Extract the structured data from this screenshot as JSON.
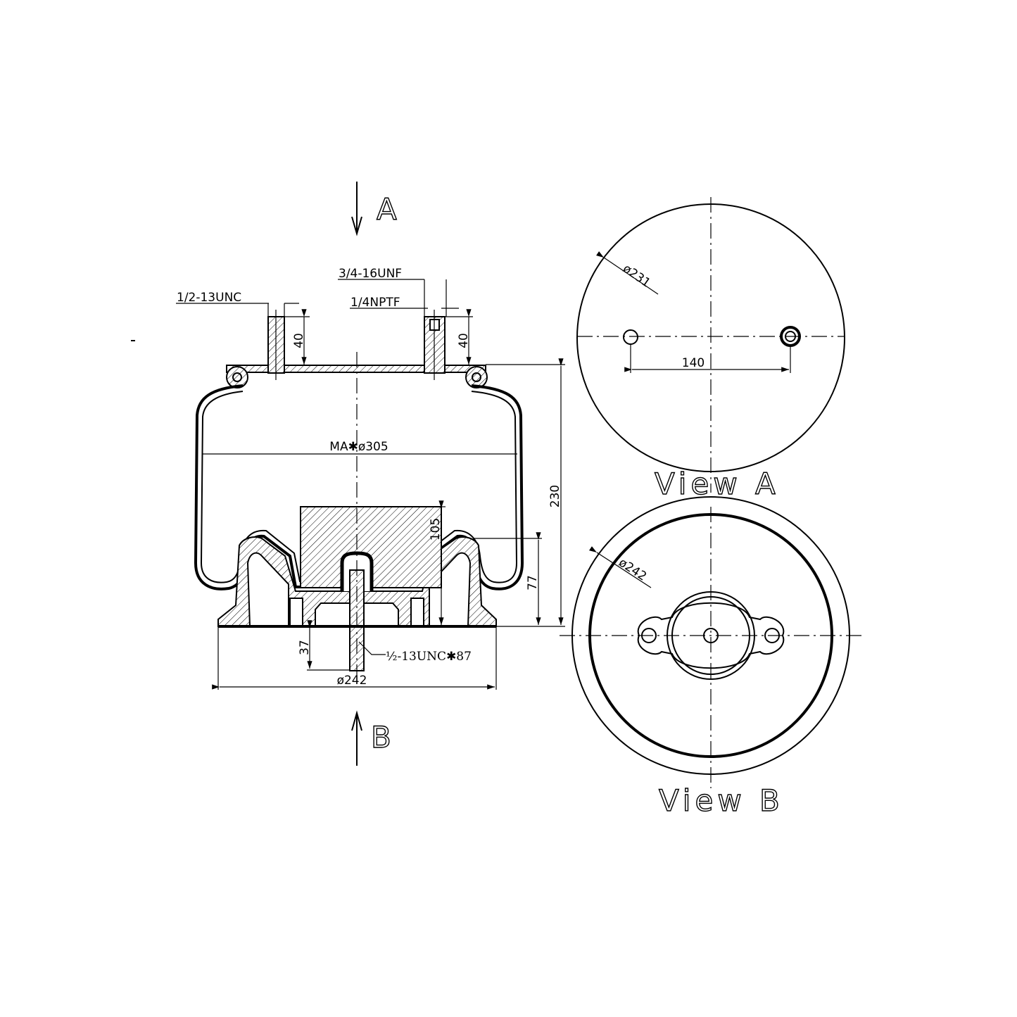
{
  "title": "Air spring assembly drawing",
  "section_arrows": {
    "top": "A",
    "bottom": "B"
  },
  "side_view": {
    "upper_stud_label": "1/2-13UNC",
    "air_fitting_label": "3/4-16UNF",
    "air_port_label": "1/4NPTF",
    "stud_height_left": "40",
    "stud_height_right": "40",
    "max_diameter": "MA✱ø305",
    "overall_height": "230",
    "piston_height": "105",
    "piston_flange_height": "77",
    "bottom_stud_length": "37",
    "bottom_stud_label": "½-13UNC✱87",
    "base_diameter": "ø242"
  },
  "view_a": {
    "label": "View A",
    "diameter": "ø231",
    "hole_spacing": "140"
  },
  "view_b": {
    "label": "View B",
    "diameter": "ø242"
  }
}
